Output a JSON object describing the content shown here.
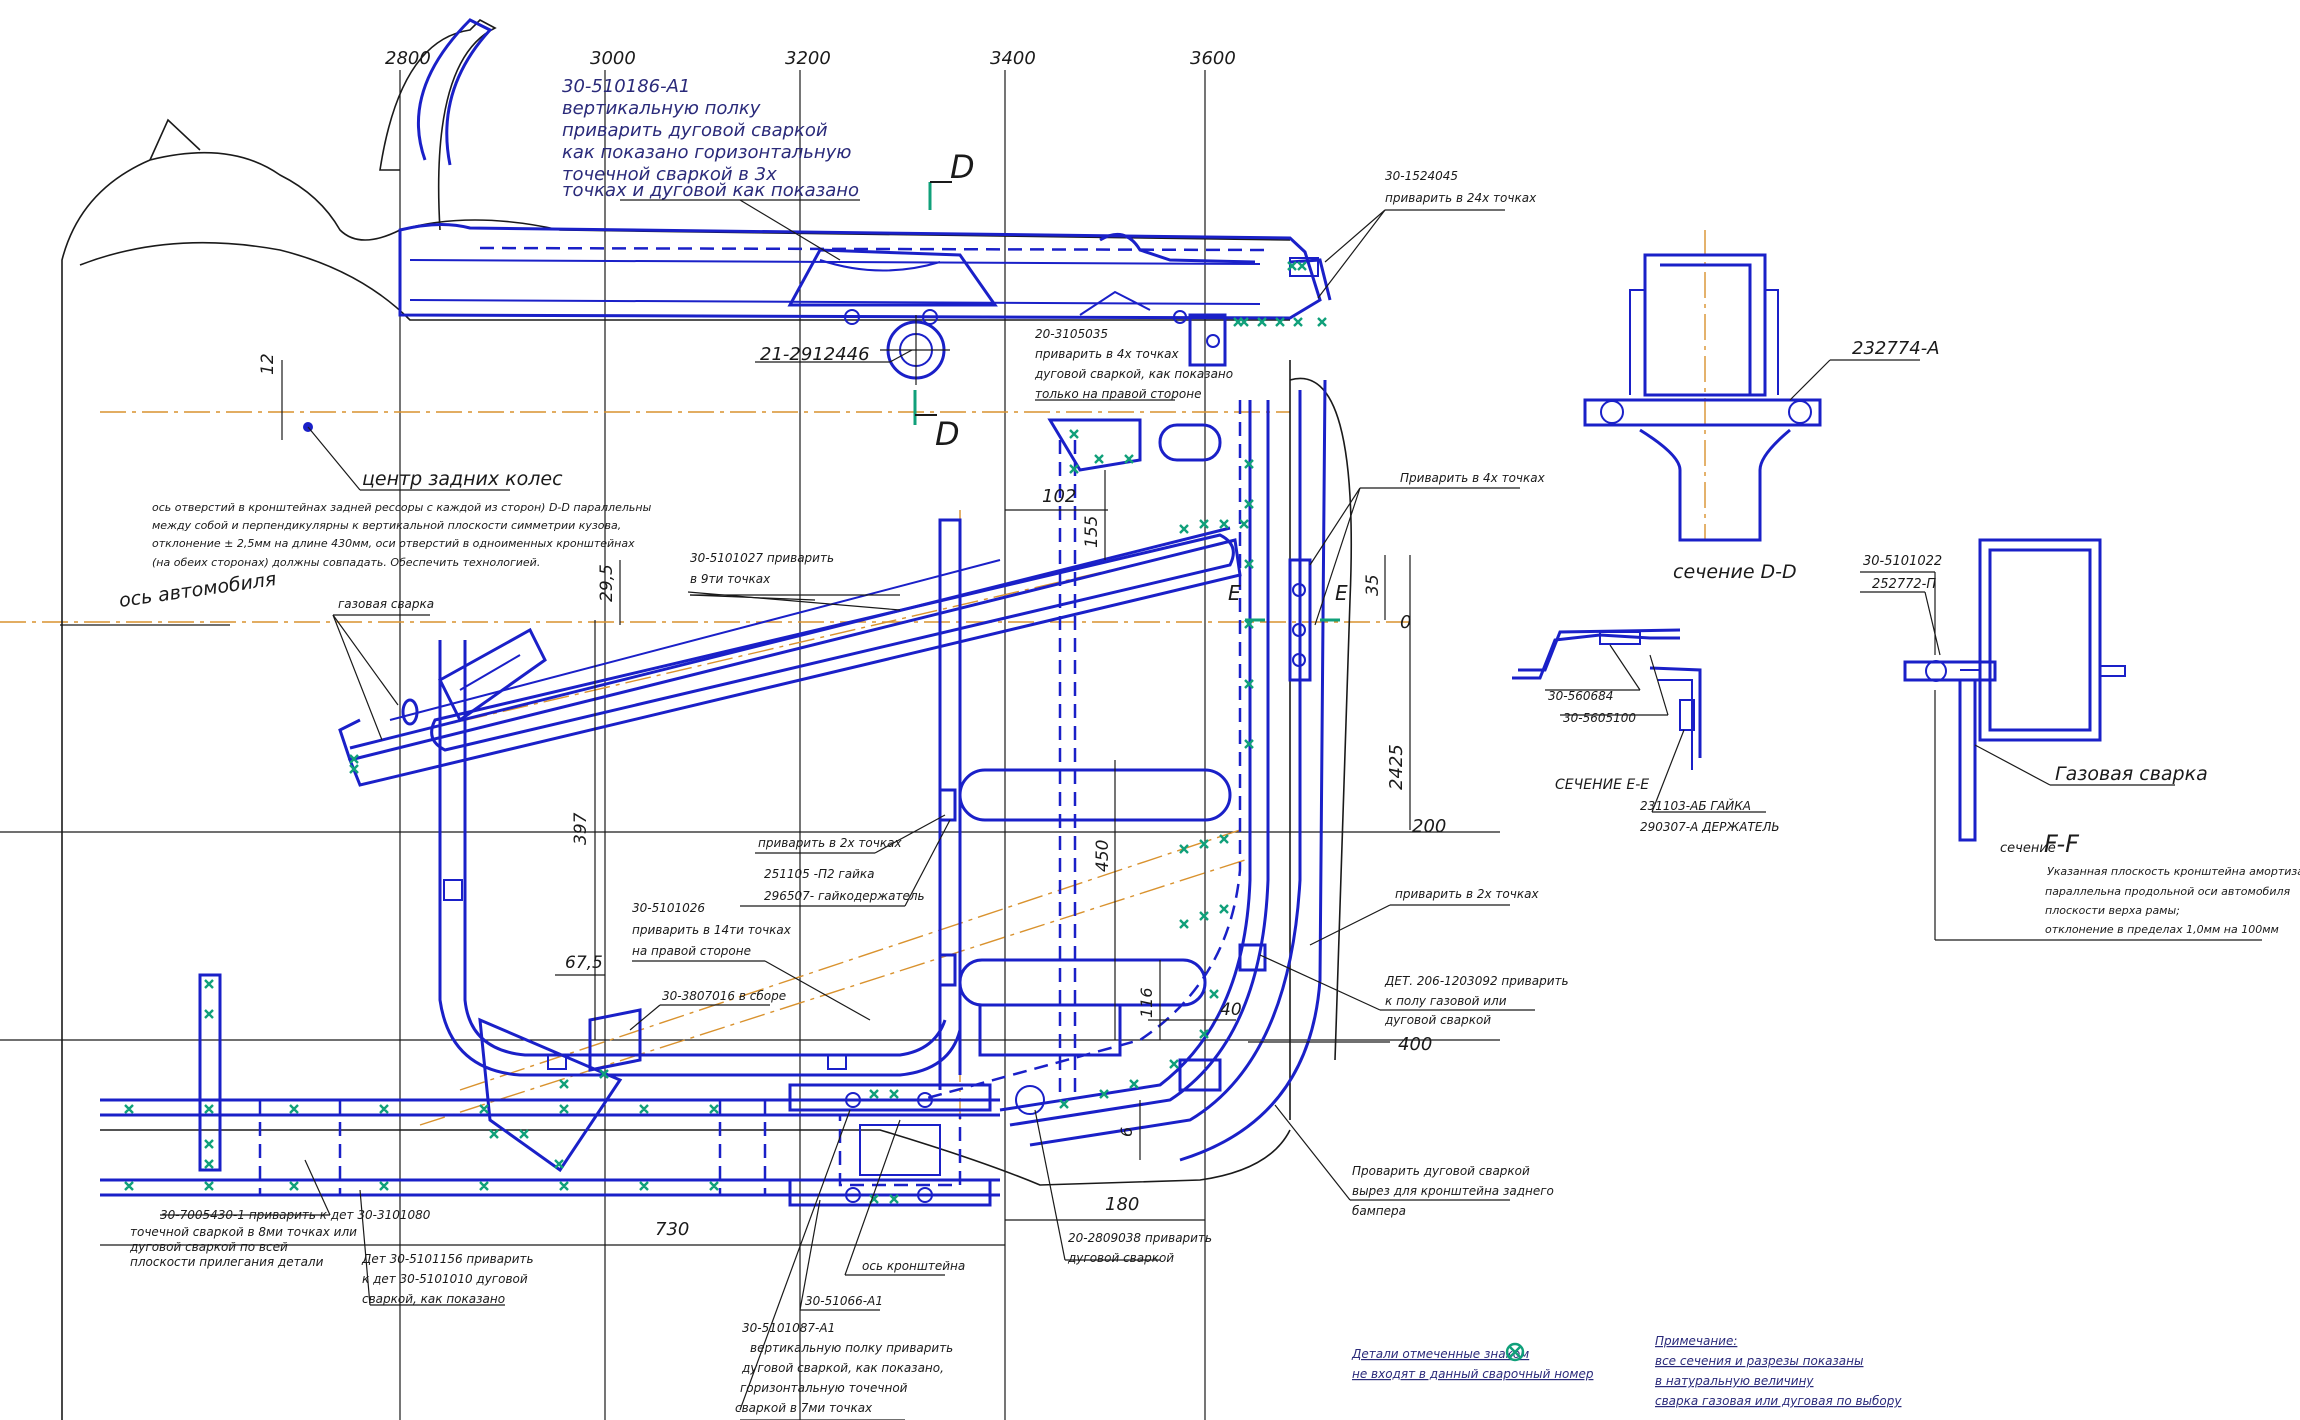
{
  "axis_labels": [
    "2800",
    "3000",
    "3200",
    "3400",
    "3600"
  ],
  "annotations": {
    "a_5101861": [
      "30-510186-А1",
      "вертикальную полку",
      "приварить дуговой сваркой",
      "как показано горизонтальную",
      "точечной сваркой в 3х",
      "точках и дуговой как показано"
    ],
    "a_1524045": [
      "30-1524045",
      "приварить в 24х точках"
    ],
    "a_2912446": "21-2912446",
    "a_3105035": [
      "20-3105035",
      "приварить в 4х точках",
      "дуговой сваркой, как показано",
      "только на правой стороне"
    ],
    "a_wheel_center": "центр задних колес",
    "a_axis_note": [
      "ось отверстий в кронштейнах задней рессоры с каждой из сторон) D-D параллельны",
      "между собой и перпендикулярны к вертикальной плоскости симметрии кузова,",
      "отклонение ± 2,5мм на длине 430мм, оси отверстий в одноименных кронштейнах",
      "(на обеих сторонах) должны совпадать. Обеспечить технологией."
    ],
    "a_car_axis": "ось автомобиля",
    "a_gas_weld": "газовая сварка",
    "a_5101027": [
      "30-5101027 приварить",
      "в 9ти точках"
    ],
    "a_weld_4": "Приварить в 4х точках",
    "a_weld_2a": "приварить в 2х точках",
    "a_nut": [
      "251105 -П2 гайка",
      "296507- гайкодержатель"
    ],
    "a_5101026": [
      "30-5101026",
      "приварить в 14ти точках",
      "на правой стороне"
    ],
    "a_3807016": "30-3807016 в сборе",
    "a_weld_2b": "приварить в 2х точках",
    "a_1203092": [
      "ДЕТ. 206-1203092 приварить",
      "к полу газовой или",
      "дуговой сваркой"
    ],
    "a_7005430": [
      "30-7005430-1 приварить к дет 30-3101080",
      "точечной сваркой в 8ми точках или",
      "дуговой сваркой по всей",
      "плоскости прилегания детали"
    ],
    "a_5101156": [
      "Дет 30-5101156 приварить",
      "к дет 30-5101010 дуговой",
      "сваркой, как показано"
    ],
    "a_bracket_axis": "ось кронштейна",
    "a_51066": "30-51066-А1",
    "a_5101087": [
      "30-5101087-А1",
      "вертикальную полку приварить",
      "дуговой сваркой, как показано,",
      "горизонтальную точечной",
      "сваркой в 7ми точках"
    ],
    "a_2809038": [
      "20-2809038 приварить",
      "дуговой сваркой"
    ],
    "a_bumper": [
      "Проварить дуговой сваркой",
      "вырез для кронштейна заднего",
      "бампера"
    ],
    "a_marked": [
      "Детали отмеченные знаком",
      "не входят в данный сварочный номер"
    ],
    "a_note": [
      "Примечание:",
      "все сечения и разрезы показаны",
      "в натуральную величину",
      "сварка газовая или дуговая по выбору"
    ]
  },
  "dimensions": {
    "d12": "12",
    "d102": "102",
    "d155": "155",
    "d35": "35",
    "d0": "0",
    "d295": "29,5",
    "d2425": "2425",
    "d200": "200",
    "d397": "397",
    "d675": "67,5",
    "d450": "450",
    "d116": "116",
    "d40": "40",
    "d400": "400",
    "d6": "6",
    "d730": "730",
    "d180": "180"
  },
  "section_marks": {
    "d": "D",
    "e": "E"
  },
  "sections": {
    "dd": {
      "title": "сечение D-D",
      "part": "232774-А"
    },
    "ee": {
      "title": "СЕЧЕНИЕ E-E",
      "parts": [
        "30-560684",
        "30-5605100"
      ],
      "nut": [
        "231103-АБ ГАЙКА",
        "290307-А ДЕРЖАТЕЛЬ"
      ]
    },
    "ff": {
      "title_prefix": "сечение",
      "title_mark": "F-F",
      "parts": [
        "30-5101022",
        "252772-П"
      ],
      "gas": "Газовая сварка",
      "note": [
        "Указанная плоскость кронштейна амортизатора",
        "параллельна продольной оси автомобиля",
        "плоскости верха рамы;",
        "отклонение в пределах 1,0мм на 100мм"
      ]
    }
  },
  "colors": {
    "part": "#1a20c8",
    "centerline": "#d9922e",
    "weld_mark": "#10a07a",
    "ink": "#1a1a1a"
  }
}
